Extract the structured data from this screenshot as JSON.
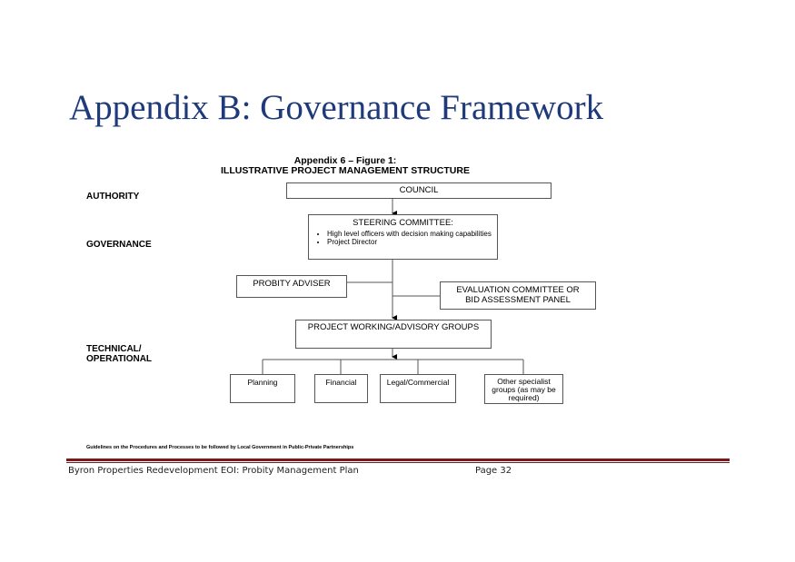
{
  "page": {
    "title": "Appendix B: Governance Framework",
    "footer_left": "Byron Properties Redevelopment EOI: Probity Management Plan",
    "footer_right": "Page 32",
    "accent_color": "#1f3a7a",
    "rule_color": "#7a1a1a"
  },
  "figure": {
    "title_line1": "Appendix 6 – Figure 1:",
    "title_line2": "ILLUSTRATIVE PROJECT MANAGEMENT STRUCTURE",
    "levels": {
      "authority": "AUTHORITY",
      "governance": "GOVERNANCE",
      "technical_line1": "TECHNICAL/",
      "technical_line2": "OPERATIONAL"
    },
    "boxes": {
      "council": "COUNCIL",
      "steering_title": "STEERING COMMITTEE:",
      "steering_items": [
        "High level officers with decision making capabilities",
        "Project Director"
      ],
      "probity": "PROBITY ADVISER",
      "evaluation": "EVALUATION COMMITTEE OR BID ASSESSMENT PANEL",
      "working": "PROJECT WORKING/ADVISORY GROUPS",
      "planning": "Planning",
      "financial": "Financial",
      "legal": "Legal/Commercial",
      "other": "Other specialist groups (as may be required)"
    },
    "source_note": "Guidelines on the Procedures and Processes to be followed by Local Government in Public-Private Partnerships"
  }
}
